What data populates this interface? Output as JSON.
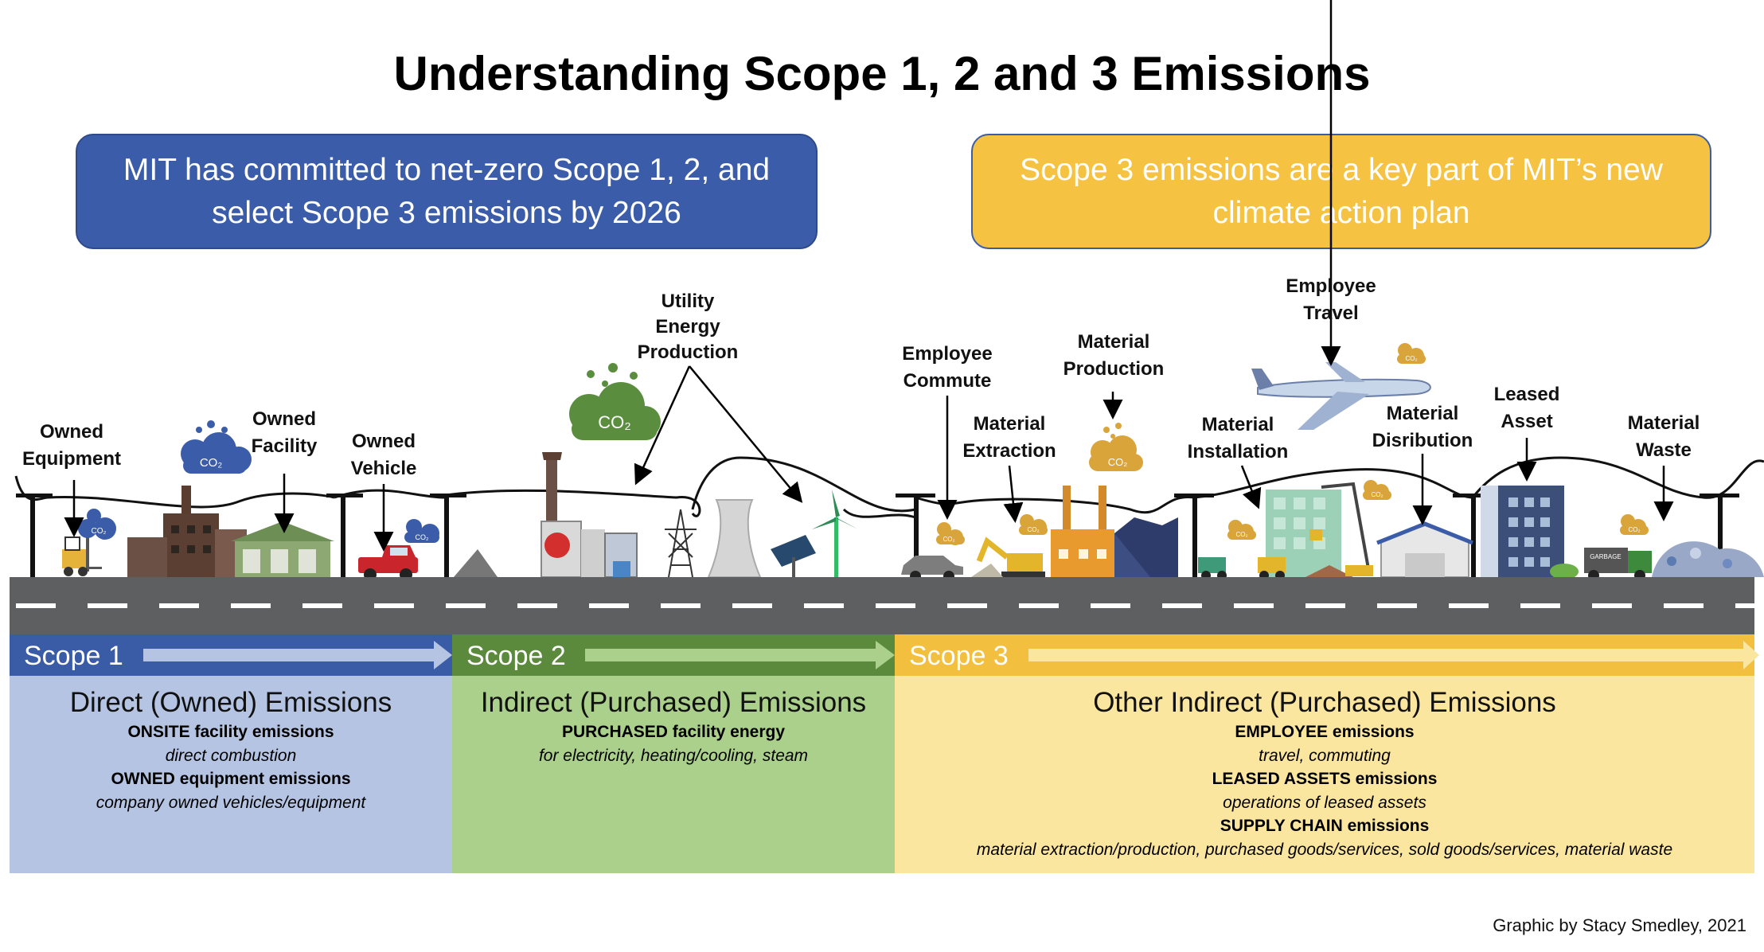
{
  "title": "Understanding Scope 1, 2 and 3 Emissions",
  "banners": {
    "left": "MIT has committed to net-zero Scope 1, 2, and select Scope 3 emissions by 2026",
    "right": "Scope 3 emissions are a key part of MIT’s new climate action plan"
  },
  "labels": {
    "owned_equipment": [
      "Owned",
      "Equipment"
    ],
    "owned_facility": [
      "Owned",
      "Facility"
    ],
    "owned_vehicle": [
      "Owned",
      "Vehicle"
    ],
    "utility": [
      "Utility",
      "Energy",
      "Production"
    ],
    "employee_commute": [
      "Employee",
      "Commute"
    ],
    "material_extraction": [
      "Material",
      "Extraction"
    ],
    "material_production": [
      "Material",
      "Production"
    ],
    "employee_travel": [
      "Employee",
      "Travel"
    ],
    "material_installation": [
      "Material",
      "Installation"
    ],
    "material_distribution": [
      "Material",
      "Disribution"
    ],
    "leased_asset": [
      "Leased",
      "Asset"
    ],
    "material_waste": [
      "Material",
      "Waste"
    ]
  },
  "co2_label": "CO₂",
  "garbage_label": "GARBAGE",
  "scopes": [
    {
      "name": "Scope 1",
      "heading": "Direct (Owned) Emissions",
      "lines": [
        {
          "text": "ONSITE facility emissions",
          "style": "bold"
        },
        {
          "text": "direct combustion",
          "style": "italic"
        },
        {
          "text": "OWNED equipment emissions",
          "style": "bold"
        },
        {
          "text": "company owned vehicles/equipment",
          "style": "italic"
        }
      ]
    },
    {
      "name": "Scope 2",
      "heading": "Indirect (Purchased) Emissions",
      "lines": [
        {
          "text": "PURCHASED facility energy",
          "style": "bold"
        },
        {
          "text": "for electricity, heating/cooling, steam",
          "style": "italic"
        }
      ]
    },
    {
      "name": "Scope 3",
      "heading": "Other Indirect (Purchased) Emissions",
      "lines": [
        {
          "text": "EMPLOYEE emissions",
          "style": "bold"
        },
        {
          "text": "travel, commuting",
          "style": "italic"
        },
        {
          "text": "LEASED ASSETS emissions",
          "style": "bold"
        },
        {
          "text": "operations of leased assets",
          "style": "italic"
        },
        {
          "text": "SUPPLY CHAIN emissions",
          "style": "bold"
        },
        {
          "text": "material extraction/production, purchased goods/services, sold goods/services, material waste",
          "style": "italic"
        }
      ]
    }
  ],
  "credit": "Graphic by Stacy Smedley, 2021",
  "colors": {
    "scope1_bar": "#3a5ba6",
    "scope1_panel": "#b4c4e2",
    "scope2_bar": "#5b8a3d",
    "scope2_panel": "#abd08b",
    "scope3_bar": "#f3bf3f",
    "scope3_panel": "#fbe6a0",
    "road": "#5d5f60",
    "blue_cloud": "#3b5ca8",
    "green_cloud": "#5a8e3e",
    "gold_cloud": "#d9a43a"
  }
}
